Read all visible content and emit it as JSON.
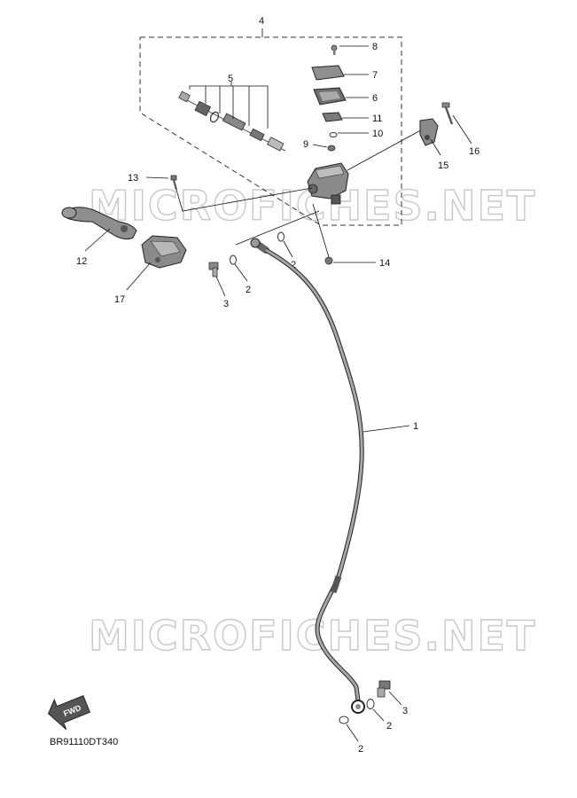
{
  "watermark": "MICROFICHES.NET",
  "doc_id": "BR91110DT340",
  "fwd_label": "FWD",
  "callouts": {
    "c4": "4",
    "c8": "8",
    "c7": "7",
    "c6": "6",
    "c5": "5",
    "c11": "11",
    "c10": "10",
    "c9": "9",
    "c16": "16",
    "c15": "15",
    "c13": "13",
    "c12": "12",
    "c17": "17",
    "c2a": "2",
    "c2b": "2",
    "c3a": "3",
    "c14": "14",
    "c1": "1",
    "c3b": "3",
    "c2c": "2",
    "c2d": "2"
  },
  "colors": {
    "line": "#111111",
    "part_fill": "#9a9a9a",
    "part_dark": "#555555",
    "watermark": "#c8c8c8"
  }
}
